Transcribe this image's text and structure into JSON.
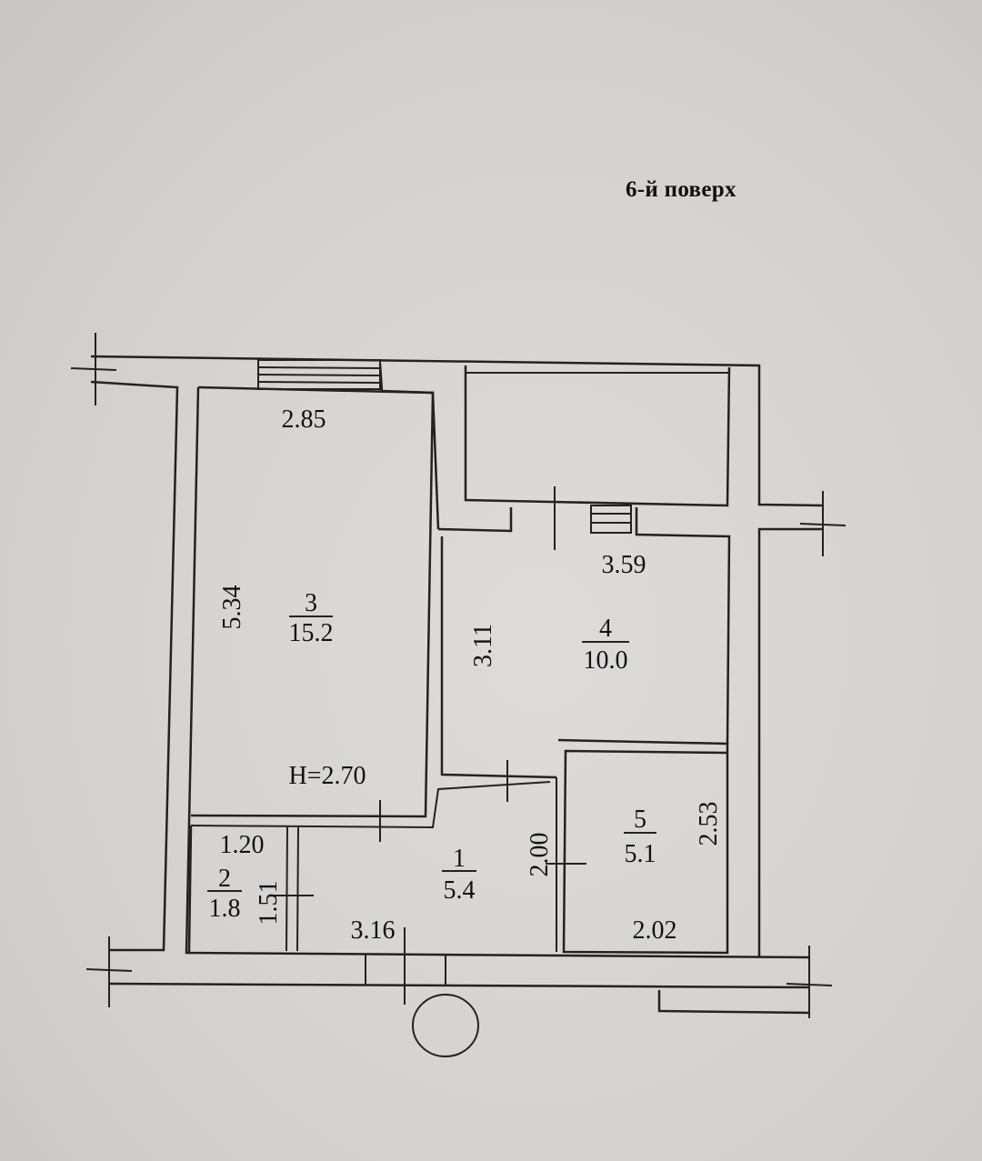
{
  "floor_label": "6-й поверх",
  "rooms": [
    {
      "number": "3",
      "area": "15.2"
    },
    {
      "number": "4",
      "area": "10.0"
    },
    {
      "number": "1",
      "area": "5.4"
    },
    {
      "number": "2",
      "area": "1.8"
    },
    {
      "number": "5",
      "area": "5.1"
    }
  ],
  "dimensions": {
    "room3_width": "2.85",
    "room3_length": "5.34",
    "ceiling_height": "H=2.70",
    "room4_width": "3.59",
    "room4_length": "3.11",
    "room2_width": "1.20",
    "room2_length": "1.51",
    "room1_width": "3.16",
    "room1_length": "2.00",
    "room5_width": "2.02",
    "room5_length": "2.53"
  }
}
